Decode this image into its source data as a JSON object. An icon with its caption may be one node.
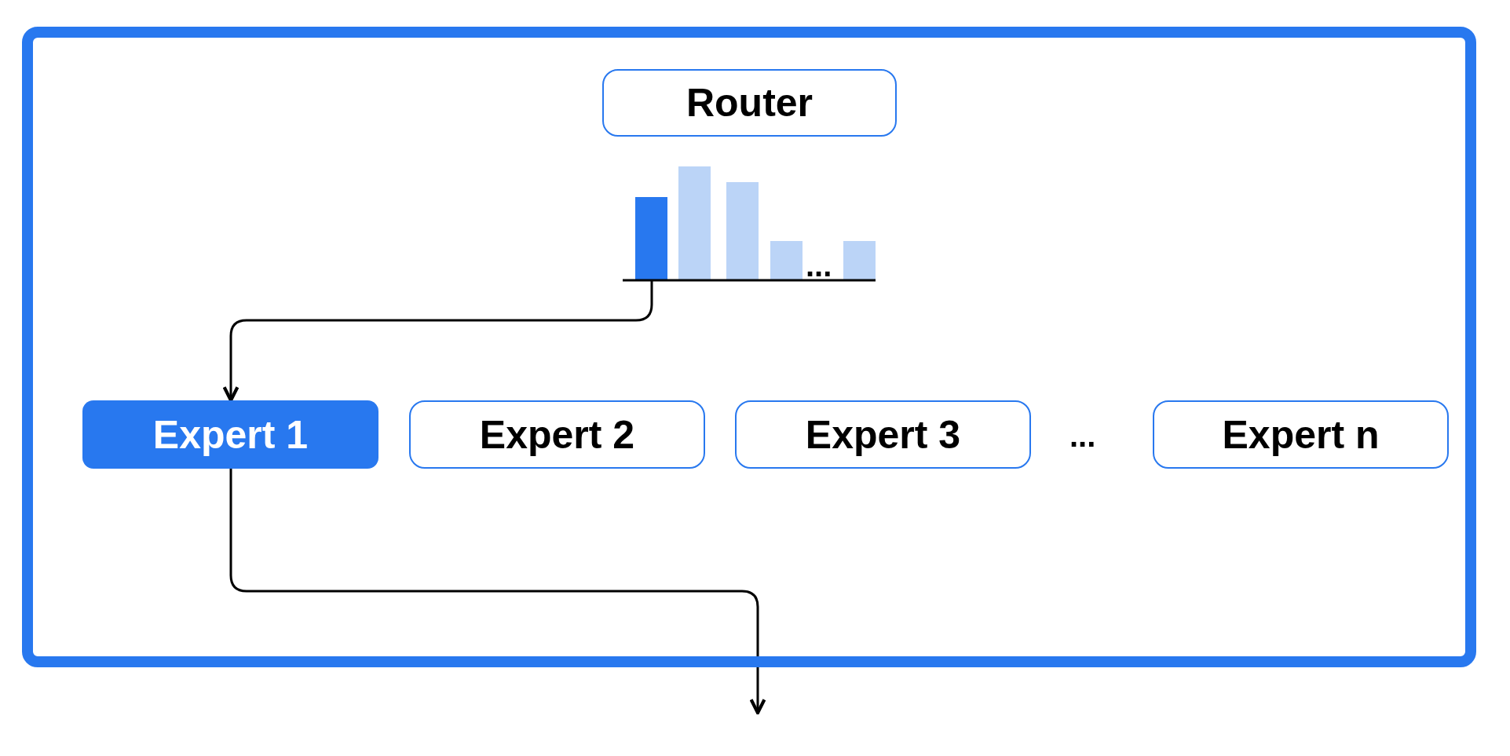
{
  "diagram": {
    "nodes": [
      {
        "text": [],
        "shape": "box"
      },
      {
        "text": [
          "Router"
        ],
        "in": 0
      },
      {
        "text": [],
        "shape": "bar",
        "in": 0
      },
      {
        "text": [],
        "shape": "bar",
        "in": 0
      },
      {
        "text": [],
        "shape": "bar",
        "in": 0
      },
      {
        "text": [],
        "shape": "bar",
        "in": 0
      },
      {
        "text": [],
        "shape": "bar",
        "in": 0
      },
      {
        "text": [
          "Expert 1"
        ],
        "in": 0
      },
      {
        "text": [
          "Expert 2"
        ],
        "in": 0
      },
      {
        "text": [
          "Expert 3"
        ],
        "in": 0
      },
      {
        "text": [
          "Expert n"
        ],
        "in": 0
      }
    ],
    "edges": [
      {
        "from": 2,
        "to": 7,
        "arrow": "to"
      },
      {
        "from": 7,
        "to": null,
        "arrow": "to"
      }
    ],
    "labels": [
      "...",
      "..."
    ]
  }
}
